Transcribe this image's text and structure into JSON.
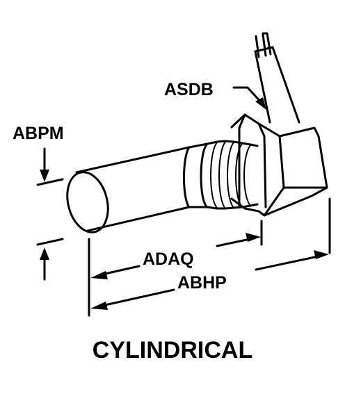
{
  "figure": {
    "labels": {
      "cable_dimension": "ASDB",
      "diameter": "ABPM",
      "thread_length": "ADAQ",
      "overall_length": "ABHP"
    },
    "caption": "CYLINDRICAL"
  }
}
